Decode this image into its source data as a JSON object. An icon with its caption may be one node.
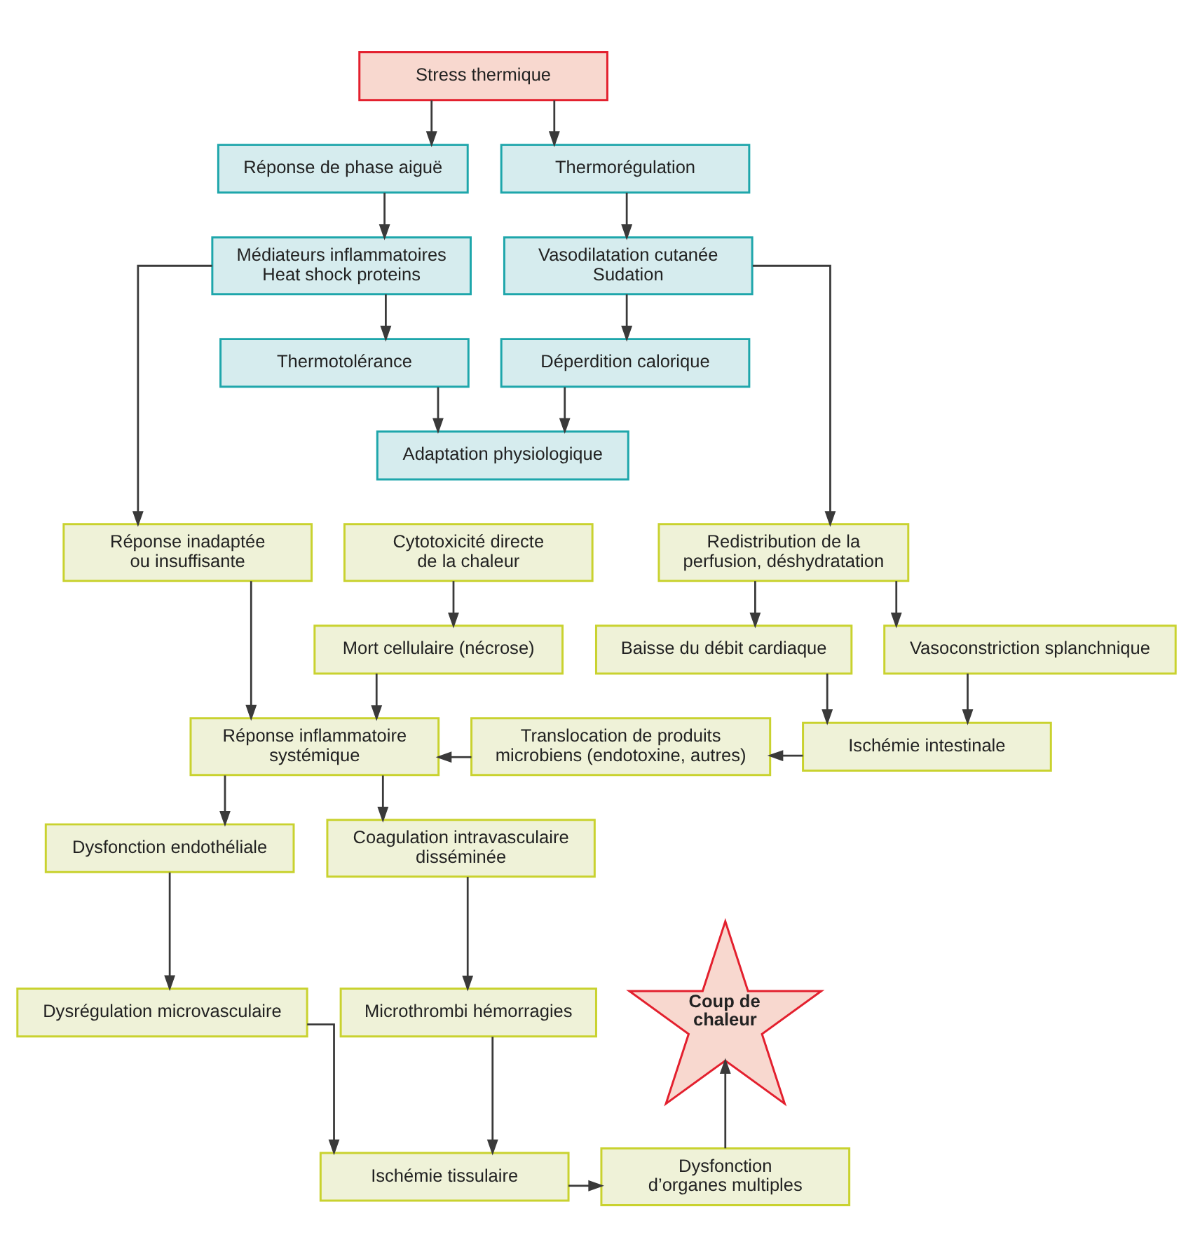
{
  "diagram": {
    "nodes": [
      {
        "text": [
          "Stress thermique"
        ]
      },
      {
        "text": [
          "Réponse de phase aiguë"
        ]
      },
      {
        "text": [
          "Thermorégulation"
        ]
      },
      {
        "text": [
          "Médiateurs inflammatoires",
          "Heat shock proteins"
        ]
      },
      {
        "text": [
          "Vasodilatation cutanée",
          "Sudation"
        ]
      },
      {
        "text": [
          "Thermotolérance"
        ]
      },
      {
        "text": [
          "Déperdition calorique"
        ]
      },
      {
        "text": [
          "Adaptation physiologique"
        ]
      },
      {
        "text": [
          "Réponse inadaptée ou insuffisante"
        ]
      },
      {
        "text": [
          "Cytotoxicité directe de la chaleur"
        ]
      },
      {
        "text": [
          "Redistribution de la perfusion, déshydratation"
        ]
      },
      {
        "text": [
          "Mort cellulaire (nécrose)"
        ]
      },
      {
        "text": [
          "Baisse du débit cardiaque"
        ]
      },
      {
        "text": [
          "Vasoconstriction splanchnique"
        ]
      },
      {
        "text": [
          "Réponse inflammatoire systémique"
        ]
      },
      {
        "text": [
          "Translocation de produits microbiens (endotoxine, autres)"
        ]
      },
      {
        "text": [
          "Ischémie intestinale"
        ]
      },
      {
        "text": [
          "Dysfonction endothéliale"
        ]
      },
      {
        "text": [
          "Coagulation intravasculaire disséminée"
        ]
      },
      {
        "text": [
          "Dysrégulation microvasculaire"
        ]
      },
      {
        "text": [
          "Microthrombi hémorragies"
        ]
      },
      {
        "text": [
          "Ischémie tissulaire"
        ]
      },
      {
        "text": [
          "Dysfonction d’organes multiples"
        ]
      },
      {
        "text": [
          "Coup de chaleur"
        ]
      }
    ],
    "edges": [
      {
        "from": 0,
        "to": 1,
        "arrow": "to"
      },
      {
        "from": 0,
        "to": 2,
        "arrow": "to"
      },
      {
        "from": 1,
        "to": 3,
        "arrow": "to"
      },
      {
        "from": 2,
        "to": 4,
        "arrow": "to"
      },
      {
        "from": 3,
        "to": 5,
        "arrow": "to"
      },
      {
        "from": 4,
        "to": 6,
        "arrow": "to"
      },
      {
        "from": 5,
        "to": 7,
        "arrow": "to"
      },
      {
        "from": 6,
        "to": 7,
        "arrow": "to"
      },
      {
        "from": 3,
        "to": 8,
        "arrow": "to"
      },
      {
        "from": 4,
        "to": 10,
        "arrow": "to"
      },
      {
        "from": 9,
        "to": 11,
        "arrow": "to"
      },
      {
        "from": 10,
        "to": 12,
        "arrow": "to"
      },
      {
        "from": 10,
        "to": 13,
        "arrow": "to"
      },
      {
        "from": 8,
        "to": 14,
        "arrow": "to"
      },
      {
        "from": 11,
        "to": 14,
        "arrow": "to"
      },
      {
        "from": 12,
        "to": 16,
        "arrow": "to"
      },
      {
        "from": 13,
        "to": 16,
        "arrow": "to"
      },
      {
        "from": 16,
        "to": 15,
        "arrow": "to"
      },
      {
        "from": 15,
        "to": 14,
        "arrow": "to"
      },
      {
        "from": 14,
        "to": 17,
        "arrow": "to"
      },
      {
        "from": 14,
        "to": 18,
        "arrow": "to"
      },
      {
        "from": 17,
        "to": 19,
        "arrow": "to"
      },
      {
        "from": 18,
        "to": 20,
        "arrow": "to"
      },
      {
        "from": 19,
        "to": 21,
        "arrow": "to"
      },
      {
        "from": 20,
        "to": 21,
        "arrow": "to"
      },
      {
        "from": 21,
        "to": 22,
        "arrow": "to"
      },
      {
        "from": 22,
        "to": 23,
        "arrow": "to"
      }
    ]
  }
}
